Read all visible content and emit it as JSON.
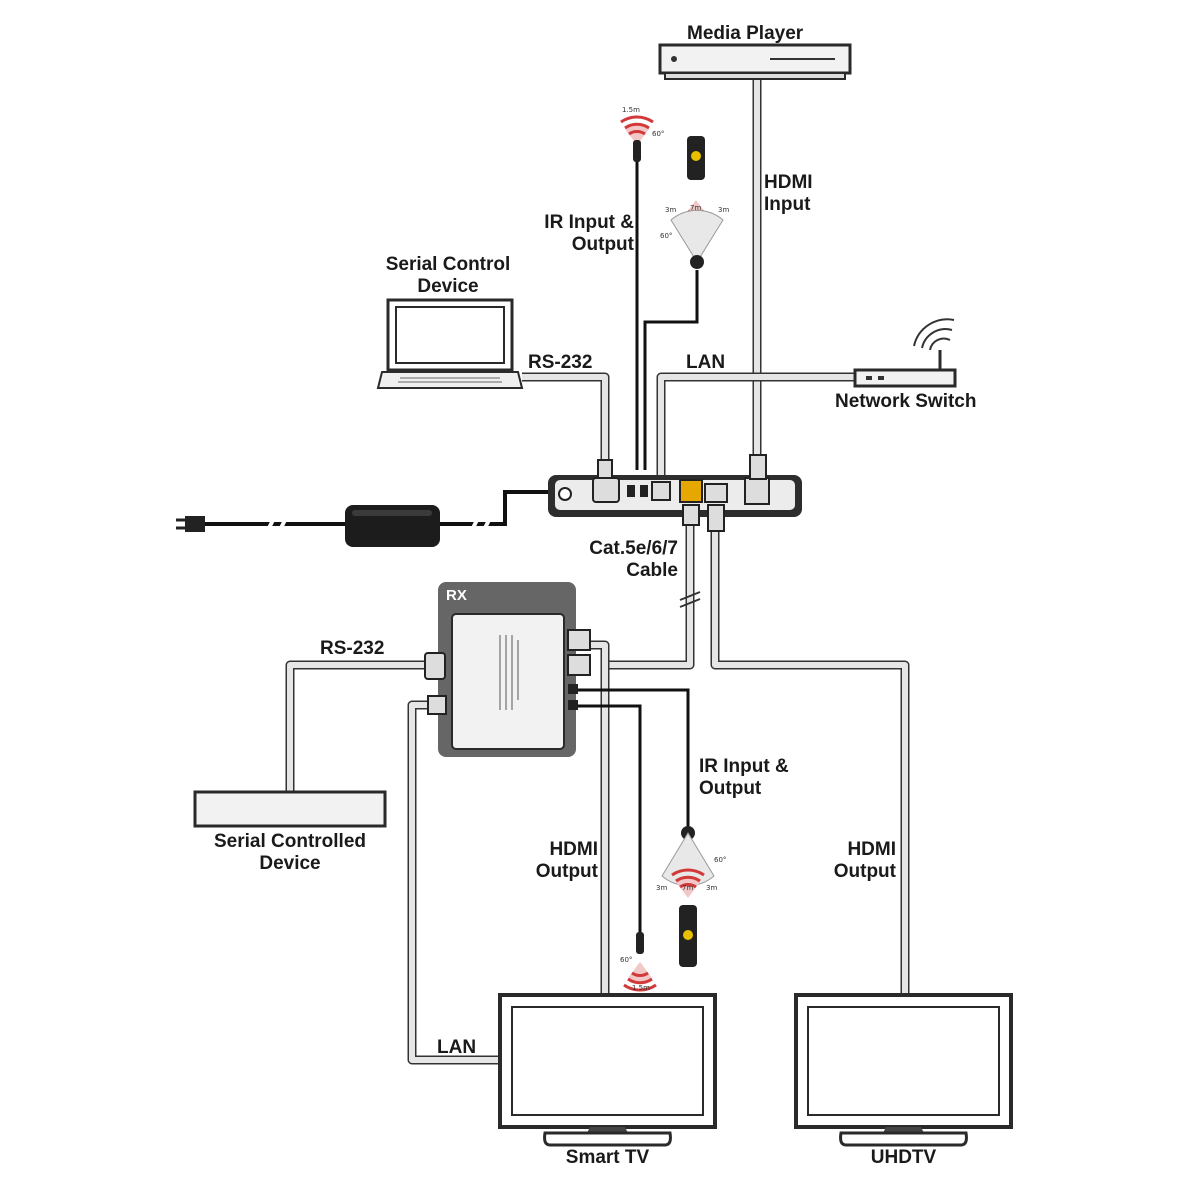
{
  "labels": {
    "media_player": "Media Player",
    "hdmi_input": [
      "HDMI",
      "Input"
    ],
    "ir_top": [
      "IR Input &",
      "Output"
    ],
    "serial_control": [
      "Serial Control",
      "Device"
    ],
    "rs232_top": "RS-232",
    "lan_top": "LAN",
    "network_switch": "Network Switch",
    "cable": [
      "Cat.5e/6/7",
      "Cable"
    ],
    "rx": "RX",
    "rs232_bottom": "RS-232",
    "ir_bottom": [
      "IR Input &",
      "Output"
    ],
    "serial_controlled": [
      "Serial Controlled",
      "Device"
    ],
    "hdmi_output_left": [
      "HDMI",
      "Output"
    ],
    "hdmi_output_right": [
      "HDMI",
      "Output"
    ],
    "lan_bottom": "LAN",
    "smart_tv": "Smart TV",
    "uhdtv": "UHDTV"
  },
  "ir_spec": {
    "emitter_distance": "1.5m",
    "emitter_angle": "60°",
    "receiver_distance_side": "3m",
    "receiver_distance_center": "7m",
    "receiver_angle": "60°"
  },
  "colors": {
    "device_fill": "#f0f0f0",
    "device_stroke": "#2a2a2a",
    "cable": "#b9b9b9",
    "ir_wave": "#d23a3a",
    "rx_body": "#666666"
  }
}
